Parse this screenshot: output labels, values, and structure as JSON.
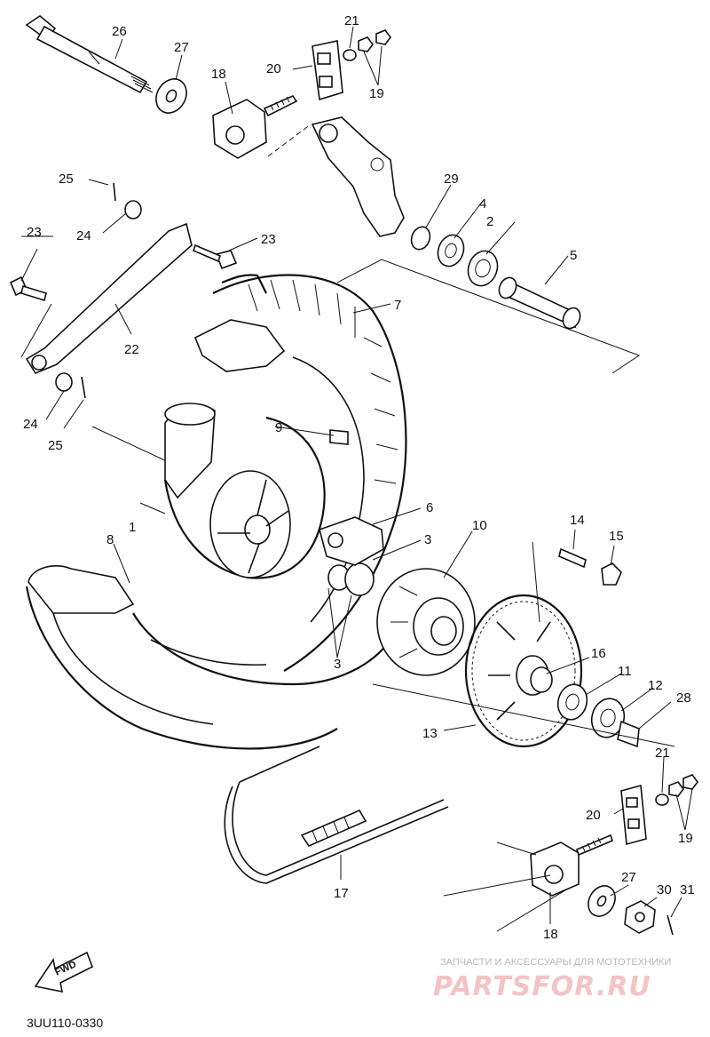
{
  "diagram": {
    "code": "3UU110-0330",
    "fwd_label": "FWD",
    "watermark": {
      "tagline": "ЗАПЧАСТИ И АКСЕССУАРЫ ДЛЯ МОТОТЕХНИКИ",
      "logo": "PARTSFOR.RU"
    },
    "callouts": [
      {
        "id": "c1",
        "text": "1"
      },
      {
        "id": "c2",
        "text": "2"
      },
      {
        "id": "c3a",
        "text": "3"
      },
      {
        "id": "c3b",
        "text": "3"
      },
      {
        "id": "c4",
        "text": "4"
      },
      {
        "id": "c5",
        "text": "5"
      },
      {
        "id": "c6",
        "text": "6"
      },
      {
        "id": "c7",
        "text": "7"
      },
      {
        "id": "c8",
        "text": "8"
      },
      {
        "id": "c9",
        "text": "9"
      },
      {
        "id": "c10",
        "text": "10"
      },
      {
        "id": "c11",
        "text": "11"
      },
      {
        "id": "c12",
        "text": "12"
      },
      {
        "id": "c13",
        "text": "13"
      },
      {
        "id": "c14",
        "text": "14"
      },
      {
        "id": "c15",
        "text": "15"
      },
      {
        "id": "c16",
        "text": "16"
      },
      {
        "id": "c17",
        "text": "17"
      },
      {
        "id": "c18a",
        "text": "18"
      },
      {
        "id": "c18b",
        "text": "18"
      },
      {
        "id": "c19a",
        "text": "19"
      },
      {
        "id": "c19b",
        "text": "19"
      },
      {
        "id": "c20a",
        "text": "20"
      },
      {
        "id": "c20b",
        "text": "20"
      },
      {
        "id": "c21a",
        "text": "21"
      },
      {
        "id": "c21b",
        "text": "21"
      },
      {
        "id": "c22",
        "text": "22"
      },
      {
        "id": "c23a",
        "text": "23"
      },
      {
        "id": "c23b",
        "text": "23"
      },
      {
        "id": "c24a",
        "text": "24"
      },
      {
        "id": "c24b",
        "text": "24"
      },
      {
        "id": "c25a",
        "text": "25"
      },
      {
        "id": "c25b",
        "text": "25"
      },
      {
        "id": "c26",
        "text": "26"
      },
      {
        "id": "c27a",
        "text": "27"
      },
      {
        "id": "c27b",
        "text": "27"
      },
      {
        "id": "c28",
        "text": "28"
      },
      {
        "id": "c29",
        "text": "29"
      },
      {
        "id": "c30",
        "text": "30"
      },
      {
        "id": "c31",
        "text": "31"
      }
    ]
  }
}
